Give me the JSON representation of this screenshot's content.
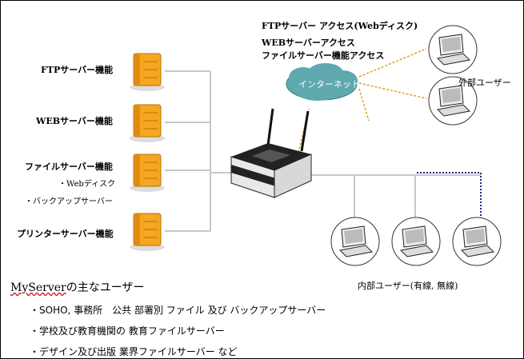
{
  "servers": [
    {
      "label": "FTPサーバー機能"
    },
    {
      "label": "WEBサーバー機能"
    },
    {
      "label": "ファイルサーバー機能"
    },
    {
      "label": "プリンターサーバー機能"
    }
  ],
  "file_server_subs": [
    "・Webディスク",
    "・バックアップサーバー"
  ],
  "access_labels": [
    "FTPサーバー アクセス(Webディスク)",
    "WEBサーバーアクセス",
    "ファイルサーバー機能アクセス"
  ],
  "internet_label": "インターネット",
  "external_users_label": "外部ユーザー",
  "internal_users_label": "内部ユーザー(有線, 無線)",
  "main_users": {
    "brand": "MyServer",
    "rest": "の主なユーザー",
    "items": [
      "・SOHO, 事務所　公共 部署別 ファイル 及び バックアップサーバー",
      "・学校及び教育機関の 教育ファイルサーバー",
      "・デザイン及び出版 業界ファイルサーバー など"
    ]
  },
  "colors": {
    "server_orange": "#f5a623",
    "cloud_teal": "#5fa8ad",
    "wire_gray": "#c8c8c8",
    "dashed_orange": "#e0a020",
    "dotted_blue": "#1a2a8a"
  }
}
